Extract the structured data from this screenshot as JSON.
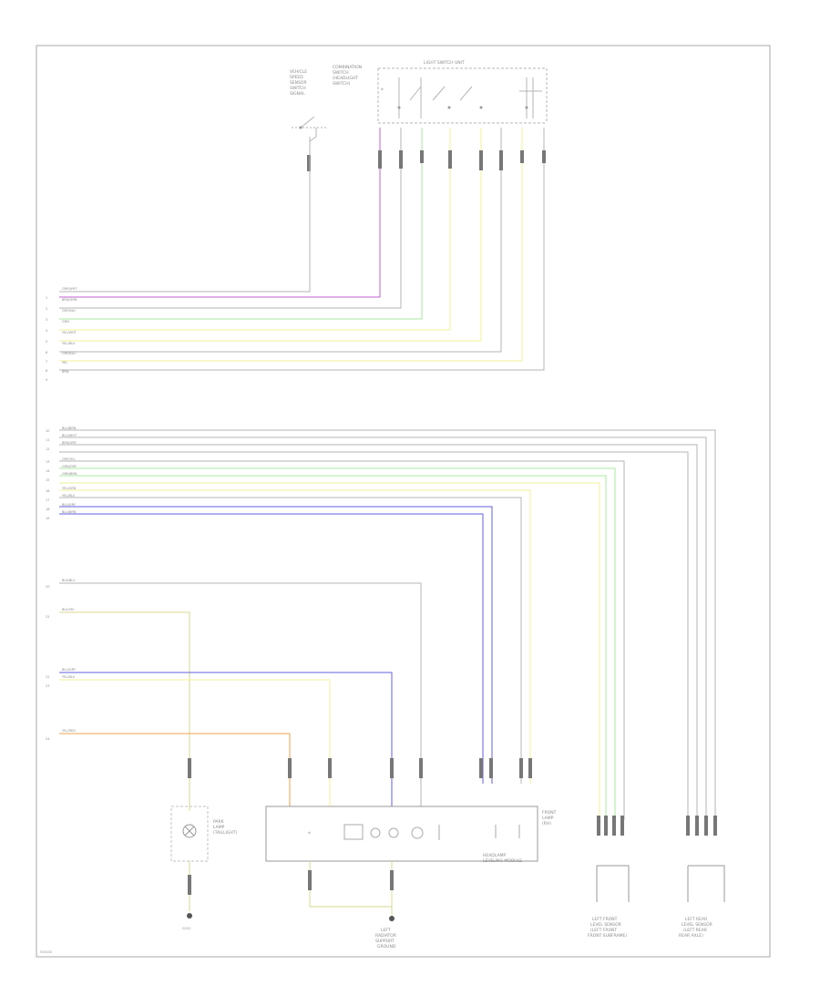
{
  "diagram": {
    "figure_id": "F20032",
    "components": {
      "sensor_switch": {
        "label_lines": [
          "VEHICLE",
          "SPEED",
          "SENSOR",
          "SWITCH",
          "SIGNAL"
        ]
      },
      "combination_switch": {
        "label_lines": [
          "COMBINATION",
          "SWITCH",
          "(HEADLIGHT",
          "SWITCH)"
        ]
      },
      "light_switch_unit": {
        "label": "LIGHT SWITCH UNIT"
      },
      "parking_lamp": {
        "label_lines": [
          "PARK",
          "LAMP",
          "(TAILLIGHT)"
        ]
      },
      "headlamp_module": {
        "label_lines": [
          "HEADLAMP",
          "LEVELING MODULE"
        ],
        "side_label_lines": [
          "FRONT",
          "LAMP",
          "(RH)"
        ]
      },
      "ground_left": {
        "label": "G101"
      },
      "ground_center": {
        "label_lines": [
          "LEFT",
          "RADIATOR",
          "SUPPORT",
          "GROUND"
        ]
      },
      "left_front_sensor": {
        "label_lines": [
          "LEFT FRONT",
          "LEVEL SENSOR",
          "(LEFT FRONT",
          "FRONT SUBFRAME)"
        ]
      },
      "left_rear_sensor": {
        "label_lines": [
          "LEFT REAR",
          "LEVEL SENSOR",
          "(LEFT REAR",
          "REAR AXLE)"
        ]
      }
    },
    "top_bundle_labels": [
      "GRY/WHT",
      "BRN/GRN",
      "GRY/BLU",
      "GRN",
      "YEL/WHT",
      "YEL/BLU",
      "GRY/BLU",
      "YEL",
      "BRN"
    ],
    "top_bundle_pins": [
      "1",
      "2",
      "3",
      "4",
      "5",
      "6",
      "7",
      "8",
      "9"
    ],
    "mid_bundle_labels": [
      "BLU/BRN",
      "BLU/WHT",
      "BRN/GRY",
      "GRY/YEL",
      "GRN/GRY",
      "GRN/BRN",
      "YEL/GRN",
      "YEL/BLU",
      "BLU/GRY",
      "BLU/BRN"
    ],
    "mid_bundle_pins": [
      "10",
      "11",
      "12",
      "13",
      "14",
      "15",
      "16",
      "17",
      "18",
      "19"
    ],
    "lower_labels": [
      "BLK/BLU",
      "BLK/YEL",
      "BLU/GRY",
      "YEL/BLU",
      "YEL/RED"
    ],
    "lower_pins": [
      "20",
      "21",
      "22",
      "23",
      "24"
    ],
    "colors": {
      "violet": "#c060d0",
      "green": "#a8e8a0",
      "yellow": "#f2f29a",
      "blue": "#6060e0",
      "orange": "#f0a050",
      "olive": "#d8d890",
      "gray": "#b4b4b4"
    }
  }
}
